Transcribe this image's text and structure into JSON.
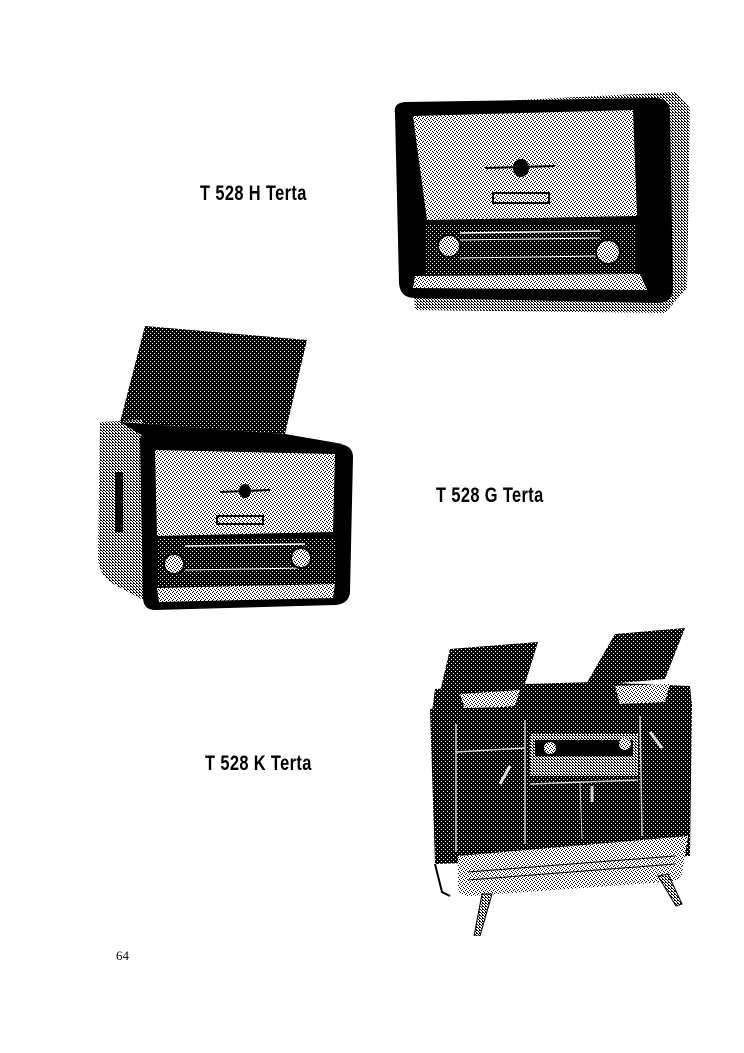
{
  "page": {
    "number": "64"
  },
  "figures": [
    {
      "id": "t528h",
      "caption": "T 528 H Terta",
      "subject": "table radio"
    },
    {
      "id": "t528g",
      "caption": "T 528 G Terta",
      "subject": "table radio-phonograph with open lid"
    },
    {
      "id": "t528k",
      "caption": "T 528 K Terta",
      "subject": "console radio-phonograph cabinet on splayed legs"
    }
  ]
}
